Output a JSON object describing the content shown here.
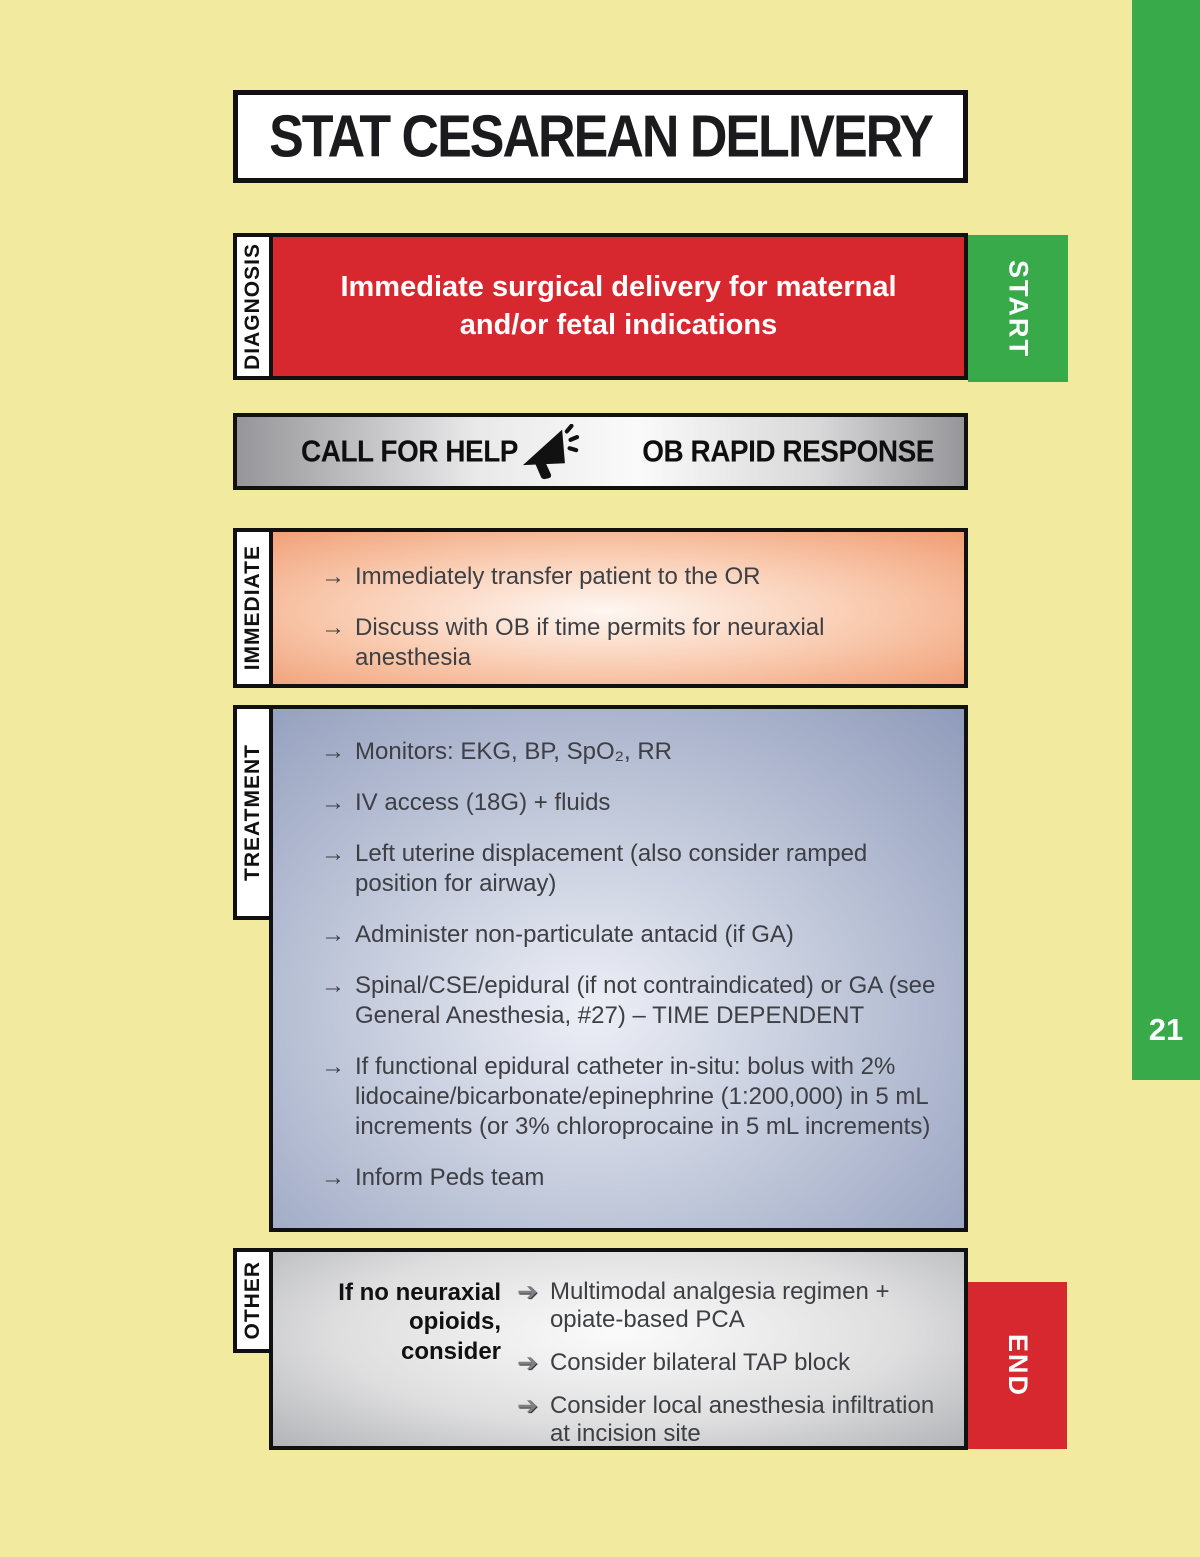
{
  "page": {
    "number": "21"
  },
  "title": {
    "text": "STAT CESAREAN DELIVERY"
  },
  "colors": {
    "background": "#f2eb9f",
    "red": "#d7282f",
    "green": "#39aa4a",
    "box_border": "#111111"
  },
  "icons": {
    "bullet_arrow": "→",
    "chunky_arrow": "➔",
    "megaphone": "megaphone-icon"
  },
  "diagnosis": {
    "label": "DIAGNOSIS",
    "text": "Immediate surgical delivery for maternal and/or fetal indications",
    "tab": "START"
  },
  "call_for_help": {
    "left": "CALL FOR HELP",
    "right": "OB RAPID RESPONSE"
  },
  "immediate": {
    "label": "IMMEDIATE",
    "items": [
      "Immediately transfer patient to the OR",
      "Discuss with OB if time permits for neuraxial anesthesia"
    ]
  },
  "treatment": {
    "label": "TREATMENT",
    "items": [
      "Monitors: EKG, BP, SpO₂, RR",
      "IV access (18G) + fluids",
      "Left uterine displacement (also consider ramped position for airway)",
      "Administer non-particulate antacid (if GA)",
      "Spinal/CSE/epidural (if not contraindicated) or GA (see General Anesthesia, #27) – TIME DEPENDENT",
      "If functional epidural catheter in-situ: bolus with 2% lidocaine/bicarbonate/epinephrine (1:200,000) in 5 mL increments (or 3% chloroprocaine in 5 mL increments)",
      "Inform Peds team"
    ]
  },
  "other": {
    "label": "OTHER",
    "heading": "If no neuraxial opioids, consider",
    "items": [
      "Multimodal analgesia regimen + opiate-based PCA",
      "Consider bilateral TAP block",
      "Consider local anesthesia infiltration at incision site"
    ],
    "tab": "END"
  }
}
